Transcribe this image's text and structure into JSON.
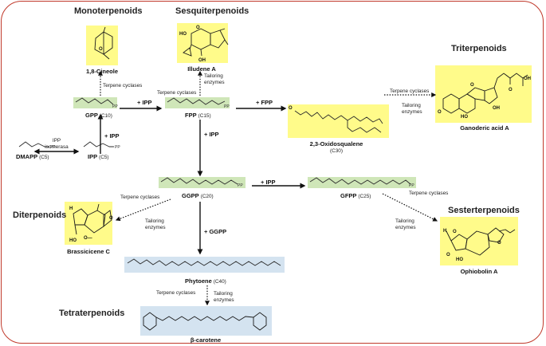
{
  "titles": {
    "monoterpenoids": "Monoterpenoids",
    "sesquiterpenoids": "Sesquiterpenoids",
    "triterpenoids": "Triterpenoids",
    "diterpenoids": "Diterpenoids",
    "sesterterpenoids": "Sesterterpenoids",
    "tetraterpenoids": "Tetraterpenoids"
  },
  "compounds": {
    "cineole": "1,8-Cineole",
    "illudene": "Illudene A",
    "oxidosqualene": "2,3-Oxidosqualene",
    "oxidosqualene_c": "(C30)",
    "ganoderic": "Ganoderic acid A",
    "brassicicene": "Brassicicene C",
    "ophiobolin": "Ophiobolin A",
    "beta_carotene": "β-carotene"
  },
  "intermediates": {
    "dmapp": "DMAPP",
    "dmapp_c": "(C5)",
    "ipp": "IPP",
    "ipp_c": "(C5)",
    "gpp": "GPP",
    "gpp_c": "(C10)",
    "fpp": "FPP",
    "fpp_c": "(C15)",
    "ggpp": "GGPP",
    "ggpp_c": "(C20)",
    "gfpp": "GFPP",
    "gfpp_c": "(C25)",
    "phytoene": "Phytoene",
    "phytoene_c": "(C40)"
  },
  "arrow_labels": {
    "ipp_isomerase_1": "IPP",
    "ipp_isomerase_2": "isomerasa",
    "plus_ipp_gpp": "+ IPP",
    "plus_ipp_fpp": "+ IPP",
    "plus_ipp_ggpp": "+ IPP",
    "plus_ipp_gfpp": "+ IPP",
    "plus_fpp": "+ FPP",
    "plus_ggpp": "+ GGPP",
    "tc_mono": "Terpene cyclases",
    "tc_sesqui": "Terpene cyclases",
    "te_sesqui_1": "Tailoring",
    "te_sesqui_2": "enzymes",
    "tc_tri": "Terpene cyclases",
    "te_tri_1": "Tailoring",
    "te_tri_2": "enzymes",
    "tc_di": "Terpene cyclases",
    "te_di_1": "Tailoring",
    "te_di_2": "enzymes",
    "tc_sester": "Terpene cyclases",
    "te_sester_1": "Tailoring",
    "te_sester_2": "enzymes",
    "tc_tetra": "Terpene cyclases",
    "te_tetra_1": "Tailoring",
    "te_tetra_2": "enzymes"
  },
  "atoms": {
    "O": "O",
    "HO": "HO",
    "OH": "OH",
    "H": "H",
    "PP": "PP",
    "O_dash": "O—"
  },
  "colors": {
    "frame": "#c0392b",
    "product_highlight": "#fffb8a",
    "intermediate_highlight": "#cfe6b8",
    "carotenoid_highlight": "#d4e3f0"
  }
}
